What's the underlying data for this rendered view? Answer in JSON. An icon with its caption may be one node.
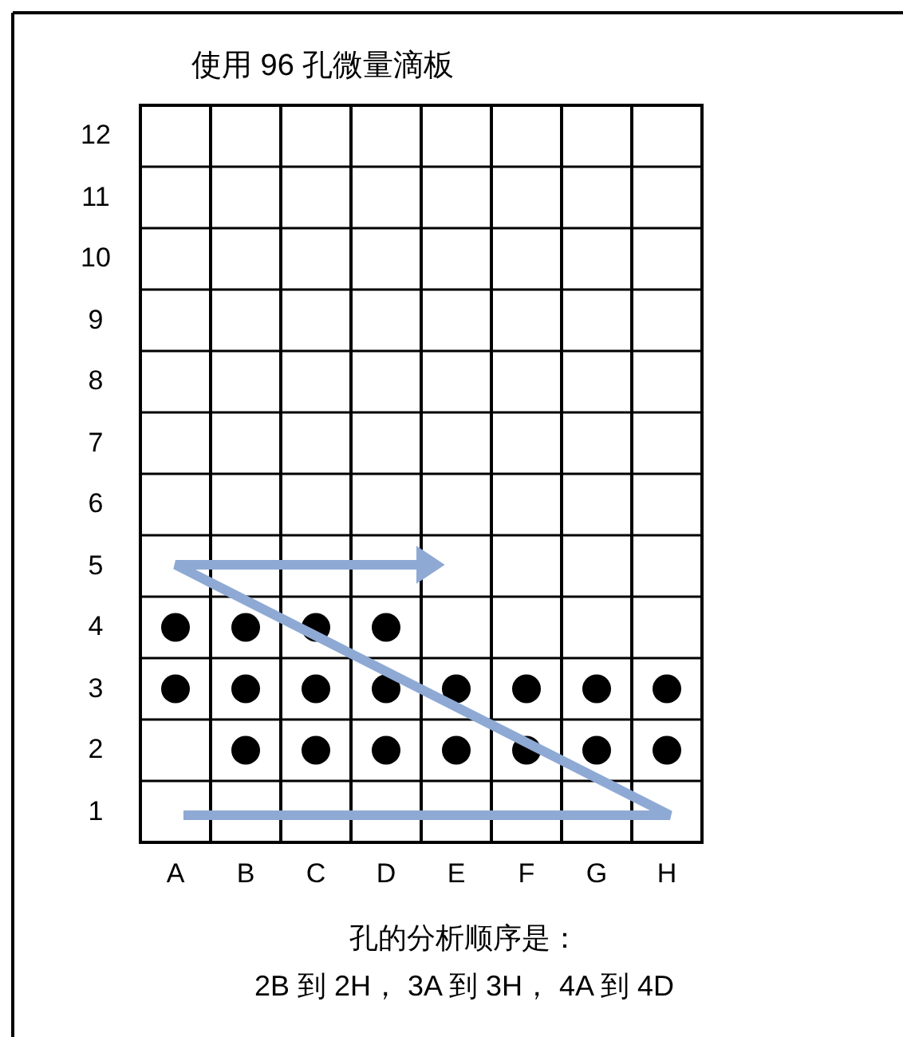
{
  "diagram": {
    "title": "使用 96 孔微量滴板",
    "caption": "孔的分析顺序是：",
    "labels": [
      "12",
      "11",
      "10",
      "9",
      "8",
      "7",
      "6",
      "5",
      "4",
      "3",
      "2",
      "1",
      "A",
      "B",
      "C",
      "D",
      "E",
      "F",
      "G",
      "H",
      "2B 到 2H， 3A 到 3H， 4A 到 4D"
    ]
  }
}
